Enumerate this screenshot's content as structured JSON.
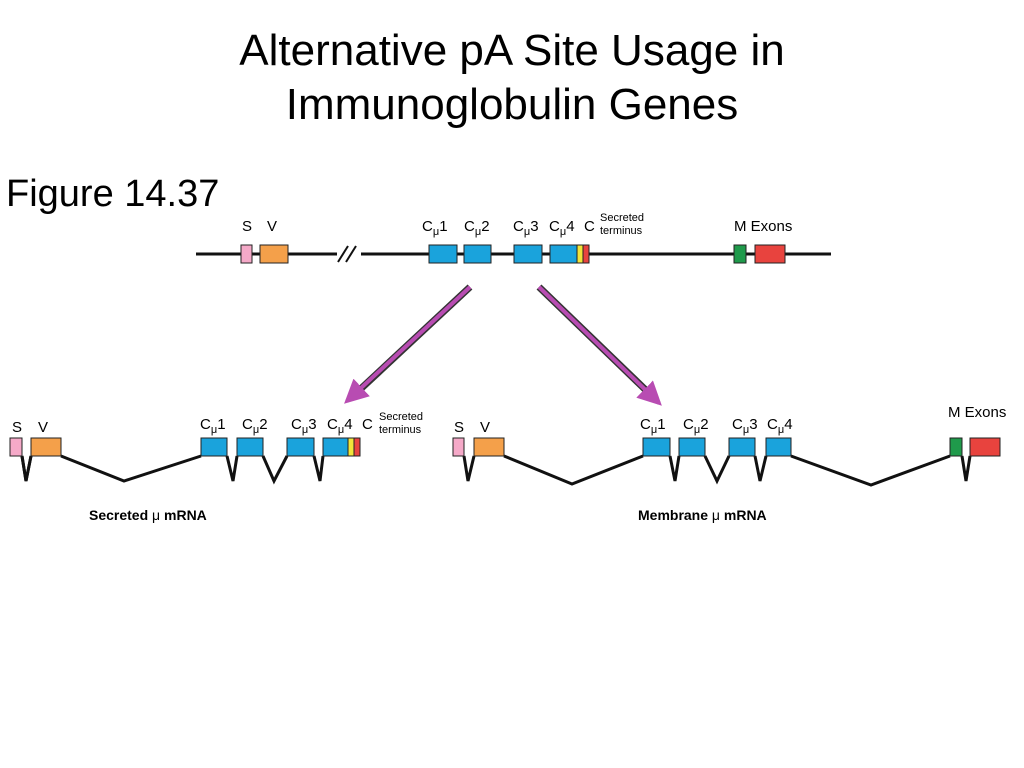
{
  "slide": {
    "title_line1": "Alternative pA Site Usage in",
    "title_line2": "Immunoglobulin Genes"
  },
  "figure_label": "Figure 14.37",
  "colors": {
    "s_exon": "#f5a9c8",
    "v_exon": "#f4a04a",
    "c_exon": "#1aa3dc",
    "secreted_yellow": "#f2e43a",
    "secreted_red": "#e8433e",
    "m_exon_green": "#1f9a4b",
    "m_exon_red": "#e8433e",
    "arrow": "#b84cb2",
    "line": "#111111"
  },
  "gene": {
    "labels": {
      "s": "S",
      "v": "V",
      "c1_base": "C",
      "c1_sub": "μ",
      "c1_num": "1",
      "c2_base": "C",
      "c2_sub": "μ",
      "c2_num": "2",
      "c3_base": "C",
      "c3_sub": "μ",
      "c3_num": "3",
      "c4_base": "C",
      "c4_sub": "μ",
      "c4_num": "4",
      "secreted_c": "C",
      "secreted_1": "Secreted",
      "secreted_2": "terminus",
      "m_exons": "M Exons"
    }
  },
  "secreted_mrna": {
    "caption_prefix": "Secreted ",
    "caption_mu": "μ",
    "caption_suffix": " mRNA",
    "labels": {
      "s": "S",
      "v": "V",
      "c1_base": "C",
      "c1_sub": "μ",
      "c1_num": "1",
      "c2_base": "C",
      "c2_sub": "μ",
      "c2_num": "2",
      "c3_base": "C",
      "c3_sub": "μ",
      "c3_num": "3",
      "c4_base": "C",
      "c4_sub": "μ",
      "c4_num": "4",
      "secreted_c": "C",
      "secreted_1": "Secreted",
      "secreted_2": "terminus"
    }
  },
  "membrane_mrna": {
    "caption_prefix": "Membrane ",
    "caption_mu": "μ",
    "caption_suffix": " mRNA",
    "labels": {
      "s": "S",
      "v": "V",
      "c1_base": "C",
      "c1_sub": "μ",
      "c1_num": "1",
      "c2_base": "C",
      "c2_sub": "μ",
      "c2_num": "2",
      "c3_base": "C",
      "c3_sub": "μ",
      "c3_num": "3",
      "c4_base": "C",
      "c4_sub": "μ",
      "c4_num": "4",
      "m_exons": "M Exons"
    }
  }
}
